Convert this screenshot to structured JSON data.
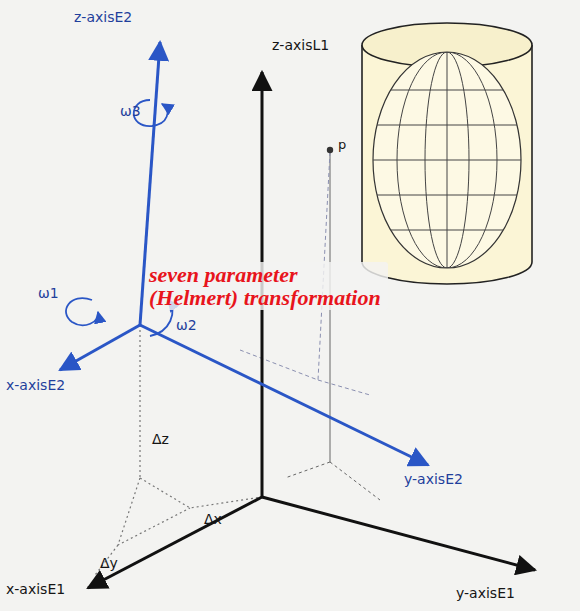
{
  "diagram": {
    "labels": [
      "z-axisE2",
      "z-axisL1",
      "ω3",
      "p",
      "seven parameter (Helmert) transformation",
      "ω1",
      "ω2",
      "x-axisE2",
      "Δz",
      "y-axisE2",
      "Δx",
      "x-axisE1",
      "Δy",
      "y-axisE1"
    ]
  }
}
